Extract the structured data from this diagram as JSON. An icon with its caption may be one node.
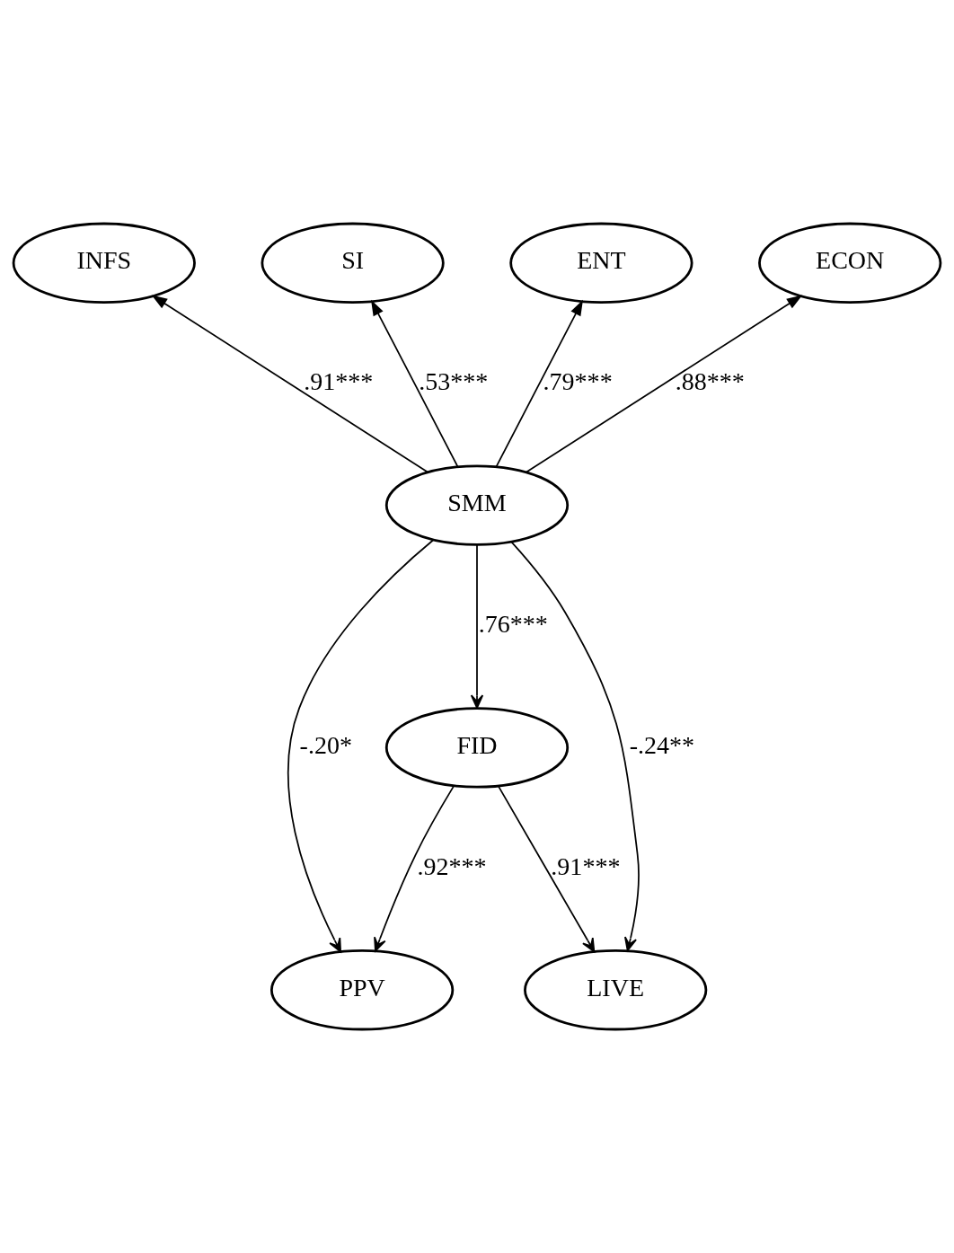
{
  "diagram": {
    "nodes": [
      {
        "text": [
          "INFS"
        ]
      },
      {
        "text": [
          "SI"
        ]
      },
      {
        "text": [
          "ENT"
        ]
      },
      {
        "text": [
          "ECON"
        ]
      },
      {
        "text": [
          "SMM"
        ]
      },
      {
        "text": [
          "FID"
        ]
      },
      {
        "text": [
          "PPV"
        ]
      },
      {
        "text": [
          "LIVE"
        ]
      }
    ],
    "edges": [
      {
        "from": 4,
        "to": 0,
        "arrow": "to",
        "label": ".91***"
      },
      {
        "from": 4,
        "to": 1,
        "arrow": "to",
        "label": ".53***"
      },
      {
        "from": 4,
        "to": 2,
        "arrow": "to",
        "label": ".79***"
      },
      {
        "from": 4,
        "to": 3,
        "arrow": "to",
        "label": ".88***"
      },
      {
        "from": 4,
        "to": 6,
        "arrow": "to",
        "label": "-.20*"
      },
      {
        "from": 4,
        "to": 5,
        "arrow": "to",
        "label": ".76***"
      },
      {
        "from": 4,
        "to": 7,
        "arrow": "to",
        "label": "-.24**"
      },
      {
        "from": 5,
        "to": 6,
        "arrow": "to",
        "label": ".92***"
      },
      {
        "from": 5,
        "to": 7,
        "arrow": "to",
        "label": ".91***"
      }
    ]
  }
}
